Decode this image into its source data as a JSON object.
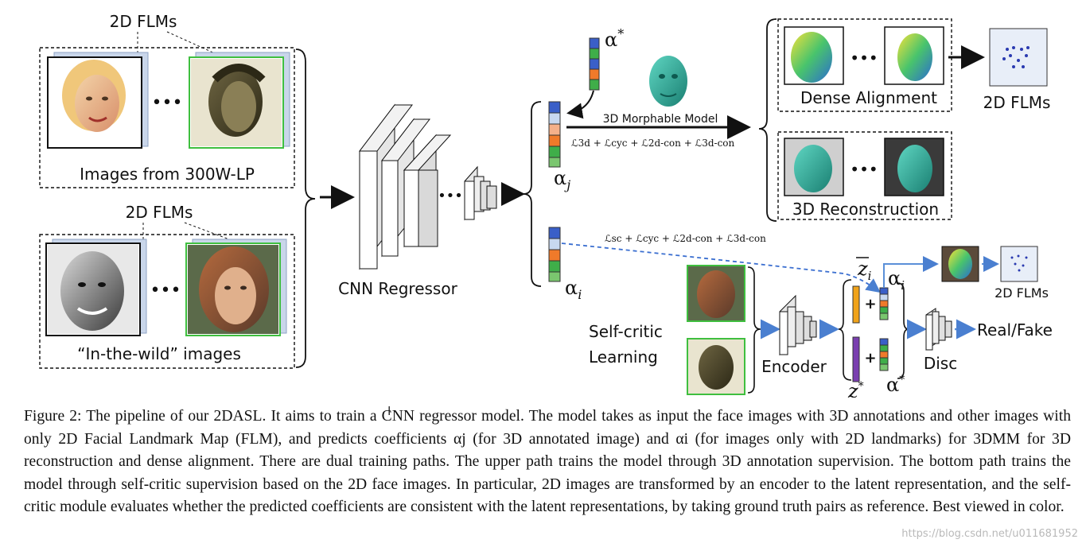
{
  "figure": {
    "flm_top": "2D FLMs",
    "flm_bottom": "2D FLMs",
    "images_300w": "Images from 300W-LP",
    "in_the_wild": "“In-the-wild” images",
    "cnn_regressor": "CNN Regressor",
    "morphable_model": "3D Morphable Model",
    "dense_alignment": "Dense Alignment",
    "flm_right": "2D FLMs",
    "reconstruction": "3D Reconstruction",
    "flm_small": "2D FLMs",
    "self_critic_1": "Self-critic",
    "self_critic_2": "Learning",
    "encoder": "Encoder",
    "disc": "Disc",
    "real_fake": "Real/Fake",
    "alpha_star": "α",
    "alpha_j": "α",
    "alpha_j_sub": "j",
    "alpha_i": "α",
    "alpha_i_sub": "i",
    "z_bar": "z",
    "z_star": "z",
    "z_sub": "i",
    "star": "*",
    "loss_top": "ℒ3d + ℒcyc + ℒ2d-con + ℒ3d-con",
    "loss_mid": "ℒsc + ℒcyc + ℒ2d-con + ℒ3d-con",
    "ellipsis": "•••"
  },
  "caption": {
    "text": "Figure 2: The pipeline of our 2DASL. It aims to train a CNN regressor model. The model takes as input the face images with 3D annotations and other images with only 2D Facial Landmark Map (FLM), and predicts coefficients αj (for 3D annotated image) and αi (for images only with 2D landmarks) for 3DMM for 3D reconstruction and dense alignment. There are dual training paths. The upper path trains the model through 3D annotation supervision. The bottom path trains the model through self-critic supervision based on the 2D face images. In particular, 2D images are transformed by an encoder to the latent representation, and the self-critic module evaluates whether the predicted coefficients are consistent with the latent representations, by taking ground truth pairs as reference. Best viewed in color."
  },
  "watermark": "https://blog.csdn.net/u011681952",
  "colors": {
    "coef_blue": "#3a5fc8",
    "coef_orange": "#f07a2a",
    "coef_green": "#3fae49",
    "coef_peach": "#f5b08a",
    "dash_blue": "#3b6fd0",
    "arrow_blue": "#5a8fd8",
    "z_orange": "#f0a31a",
    "z_purple": "#7a3fb0"
  },
  "icons": [
    "face-photo",
    "face-mesh",
    "flm-points"
  ]
}
